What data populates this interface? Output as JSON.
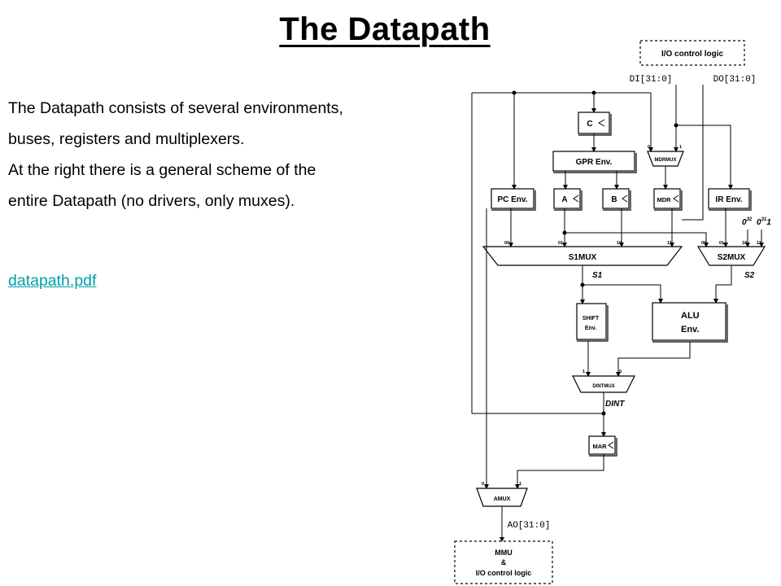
{
  "title": "The Datapath",
  "paragraphs": [
    "The Datapath consists of several environments,",
    "buses, registers and multiplexers.",
    "At the right there is a general scheme of the",
    "entire Datapath (no drivers, only muxes)."
  ],
  "link": "datapath.pdf",
  "diagram": {
    "io_top": "I/O control logic",
    "di": "DI[31:0]",
    "do": "DO[31:0]",
    "c": "C",
    "gpr": "GPR Env.",
    "mdrmux": "MDRMUX",
    "pc": "PC Env.",
    "a": "A",
    "b": "B",
    "mdr": "MDR",
    "ir": "IR Env.",
    "s1mux": "S1MUX",
    "s2mux": "S2MUX",
    "s1": "S1",
    "s2": "S2",
    "shift_1": "SHIFT",
    "shift_2": "Env.",
    "alu_1": "ALU",
    "alu_2": "Env.",
    "dintmux": "DINTMUX",
    "dint": "DINT",
    "mar": "MAR",
    "amux": "AMUX",
    "ao": "AO[31:0]",
    "mmu_1": "MMU",
    "mmu_2": "&",
    "mmu_3": "I/O control logic",
    "const_1": "0",
    "const_1_sup": "32",
    "const_2": "0",
    "const_2_sup": "31",
    "const_2_tail": "1",
    "sel_00": "00",
    "sel_01": "01",
    "sel_10": "10",
    "sel_11": "11",
    "sel_0": "0",
    "sel_1": "1"
  }
}
